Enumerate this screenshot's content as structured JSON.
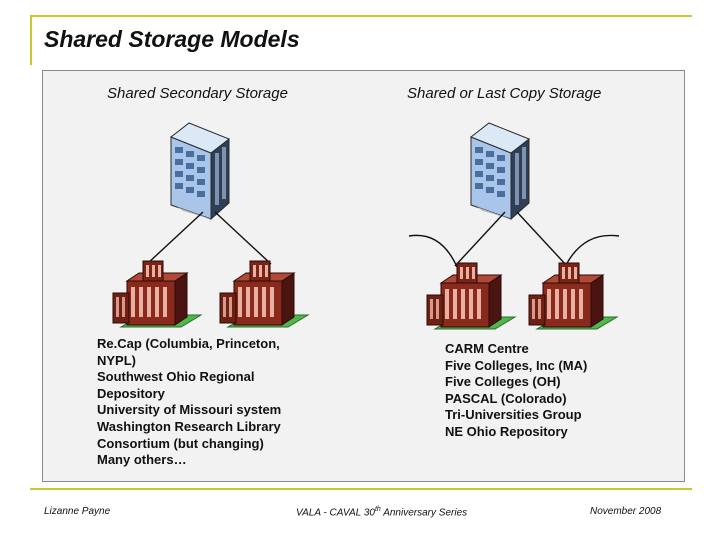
{
  "slide": {
    "title": "Shared Storage Models"
  },
  "left_model": {
    "heading": "Shared Secondary Storage",
    "examples": [
      "Re.Cap (Columbia, Princeton,",
      "NYPL)",
      "Southwest Ohio Regional",
      "Depository",
      "University of Missouri system",
      "Washington Research Library",
      "Consortium (but changing)",
      "Many others…"
    ]
  },
  "right_model": {
    "heading": "Shared or Last Copy Storage",
    "examples": [
      "CARM Centre",
      "Five Colleges, Inc (MA)",
      "Five Colleges (OH)",
      "PASCAL (Colorado)",
      "Tri-Universities Group",
      "NE Ohio Repository"
    ]
  },
  "footer": {
    "author": "Lizanne Payne",
    "series_prefix": "VALA - CAVAL 30",
    "series_superscript": "th",
    "series_suffix": " Anniversary Series",
    "date": "November 2008"
  },
  "colors": {
    "accent_rule": "#c8c830",
    "panel_background": "#f2f2f2",
    "building_blue": "#8fb4e0",
    "library_brick": "#8a2a1c",
    "library_lawn": "#3fae3f"
  },
  "icons": {
    "storage_facility": "office-building-icon",
    "member_library": "library-building-icon"
  }
}
